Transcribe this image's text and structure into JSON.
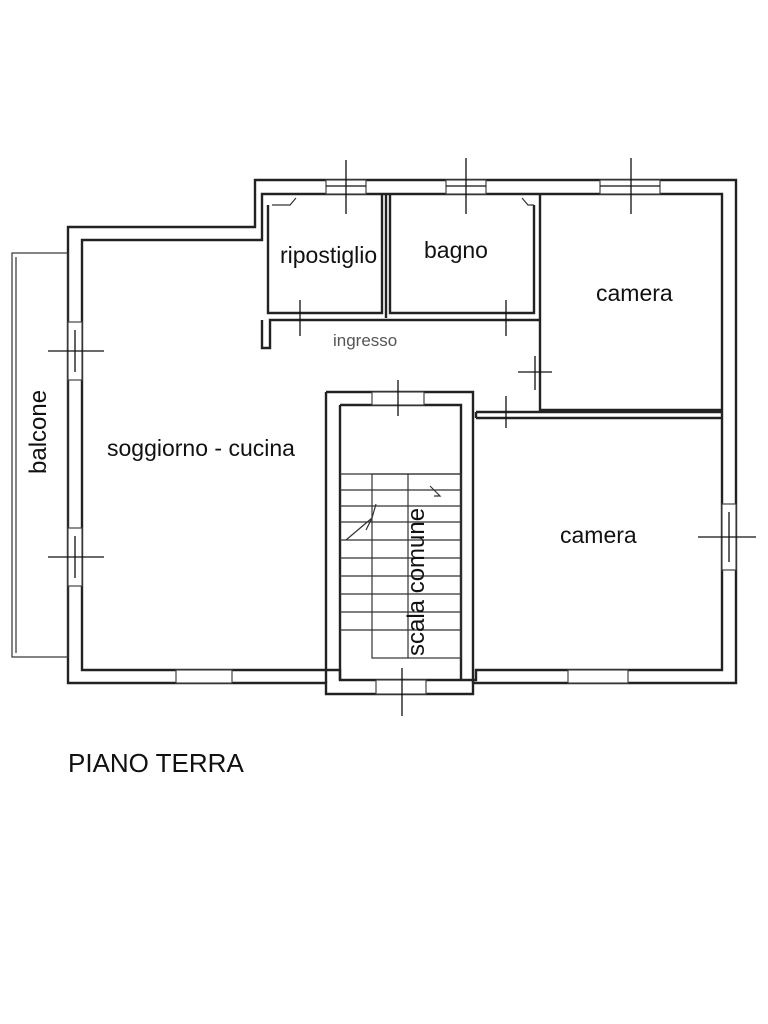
{
  "plan": {
    "title": "PIANO TERRA",
    "rooms": {
      "ripostiglio": "ripostiglio",
      "bagno": "bagno",
      "camera_top": "camera",
      "ingresso": "ingresso",
      "soggiorno": "soggiorno - cucina",
      "scala": "scala comune",
      "camera_bottom": "camera",
      "balcone": "balcone"
    }
  }
}
